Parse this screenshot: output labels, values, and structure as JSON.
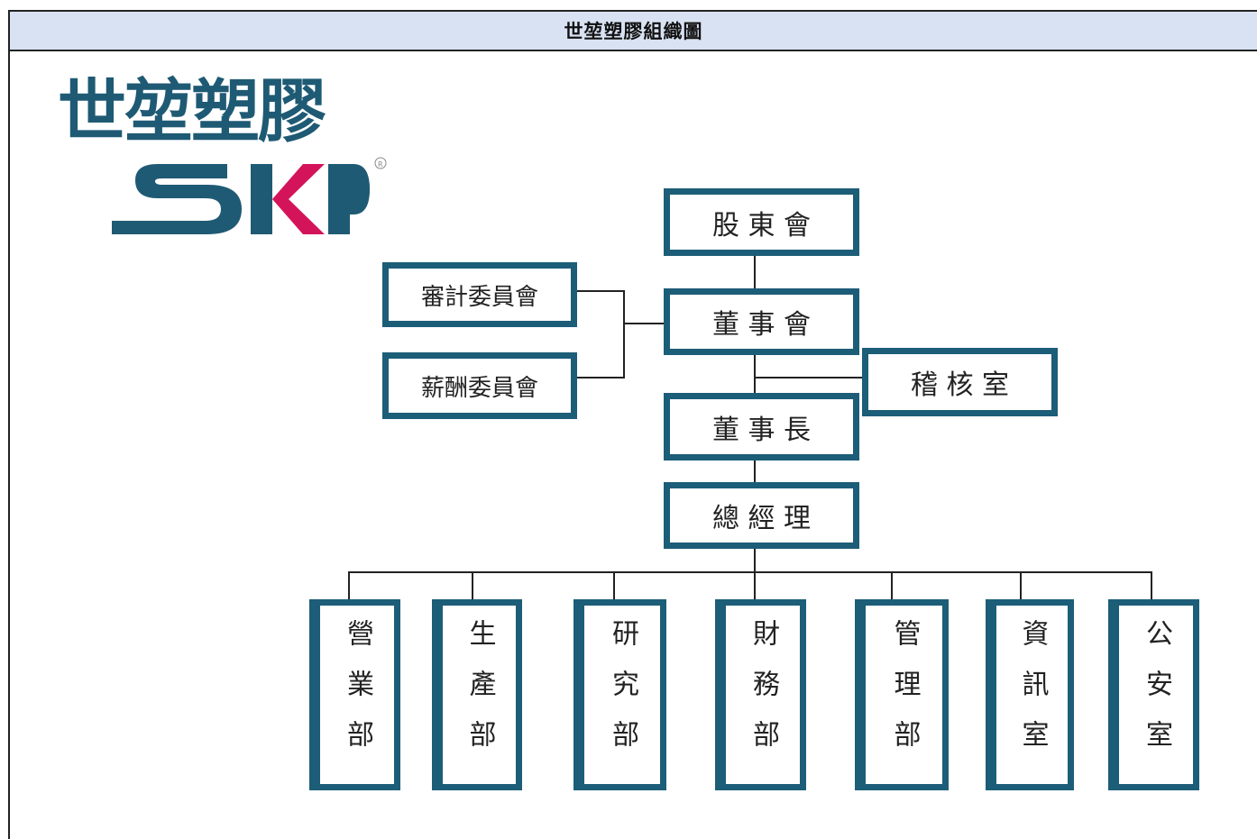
{
  "header": {
    "title": "世堃塑膠組織圖"
  },
  "logo": {
    "chinese": "世堃塑膠",
    "brand": "SKP",
    "mark": "R"
  },
  "chart": {
    "shareholders": "股 東 會",
    "board": "董 事 會",
    "audit_committee": "審計委員會",
    "compensation_committee": "薪酬委員會",
    "internal_audit": "稽 核 室",
    "chairman": "董 事 長",
    "general_manager": "總 經 理",
    "departments": [
      "營業部",
      "生產部",
      "研究部",
      "財務部",
      "管理部",
      "資訊室",
      "公安室"
    ]
  },
  "colors": {
    "box_border": "#1c5d78",
    "header_bg": "#d9e2f3",
    "logo_blue": "#1f5a74",
    "logo_pink": "#d4145a"
  }
}
